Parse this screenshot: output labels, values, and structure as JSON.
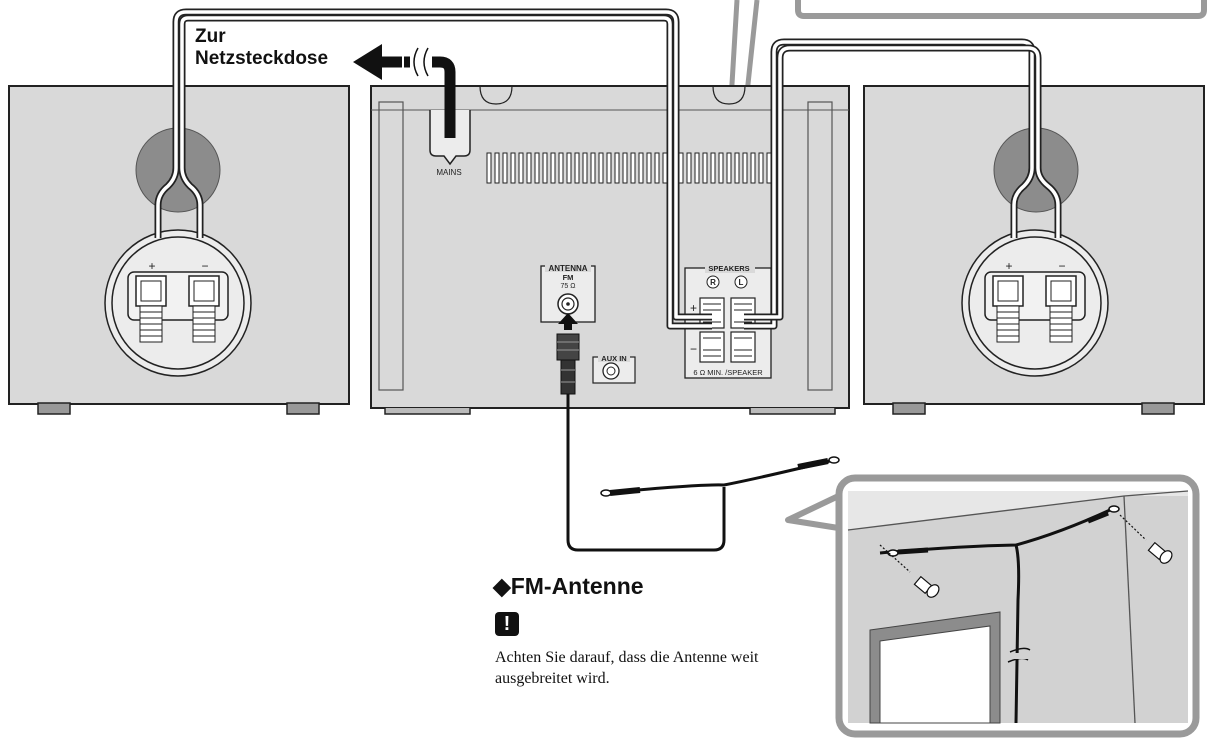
{
  "mains": {
    "line1": "Zur",
    "line2": "Netzsteckdose",
    "panel_label": "MAINS"
  },
  "antenna_jack": {
    "title": "ANTENNA",
    "band": "FM",
    "impedance": "75 Ω"
  },
  "aux": {
    "label": "AUX IN"
  },
  "speakers_block": {
    "title": "SPEAKERS",
    "right": "R",
    "left": "L",
    "plus": "+",
    "minus": "−",
    "spec": "6 Ω  MIN. /SPEAKER"
  },
  "speaker_terminals": {
    "plus": "+",
    "minus": "−"
  },
  "fm": {
    "title": "FM-Antenne",
    "bullet": "◆",
    "warning_symbol": "!",
    "note": "Achten Sie darauf, dass die Antenne weit ausgebreitet wird."
  },
  "colors": {
    "cabinet": "#d9d9d9",
    "woofer": "#8c8c8c",
    "outline": "#222222",
    "callout": "#9a9a9a",
    "inset_bg": "#d2d2d2"
  }
}
